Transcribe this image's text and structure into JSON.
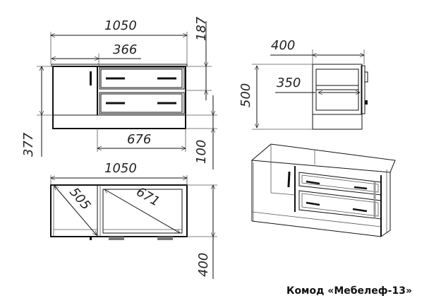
{
  "caption": "Комод «Мебелеф-13»",
  "front_view": {
    "dims": {
      "total_width": "1050",
      "door_width": "366",
      "drawers_width": "676",
      "drawer_height": "187",
      "plinth_height": "100",
      "body_height": "377"
    }
  },
  "side_view": {
    "dims": {
      "depth": "400",
      "drawer_depth": "350",
      "height": "500"
    }
  },
  "top_view": {
    "dims": {
      "width": "1050",
      "door_diag": "505",
      "drawer_diag": "671",
      "depth": "400"
    }
  },
  "colors": {
    "line": "#111111",
    "text": "#222222",
    "background": "#ffffff"
  }
}
